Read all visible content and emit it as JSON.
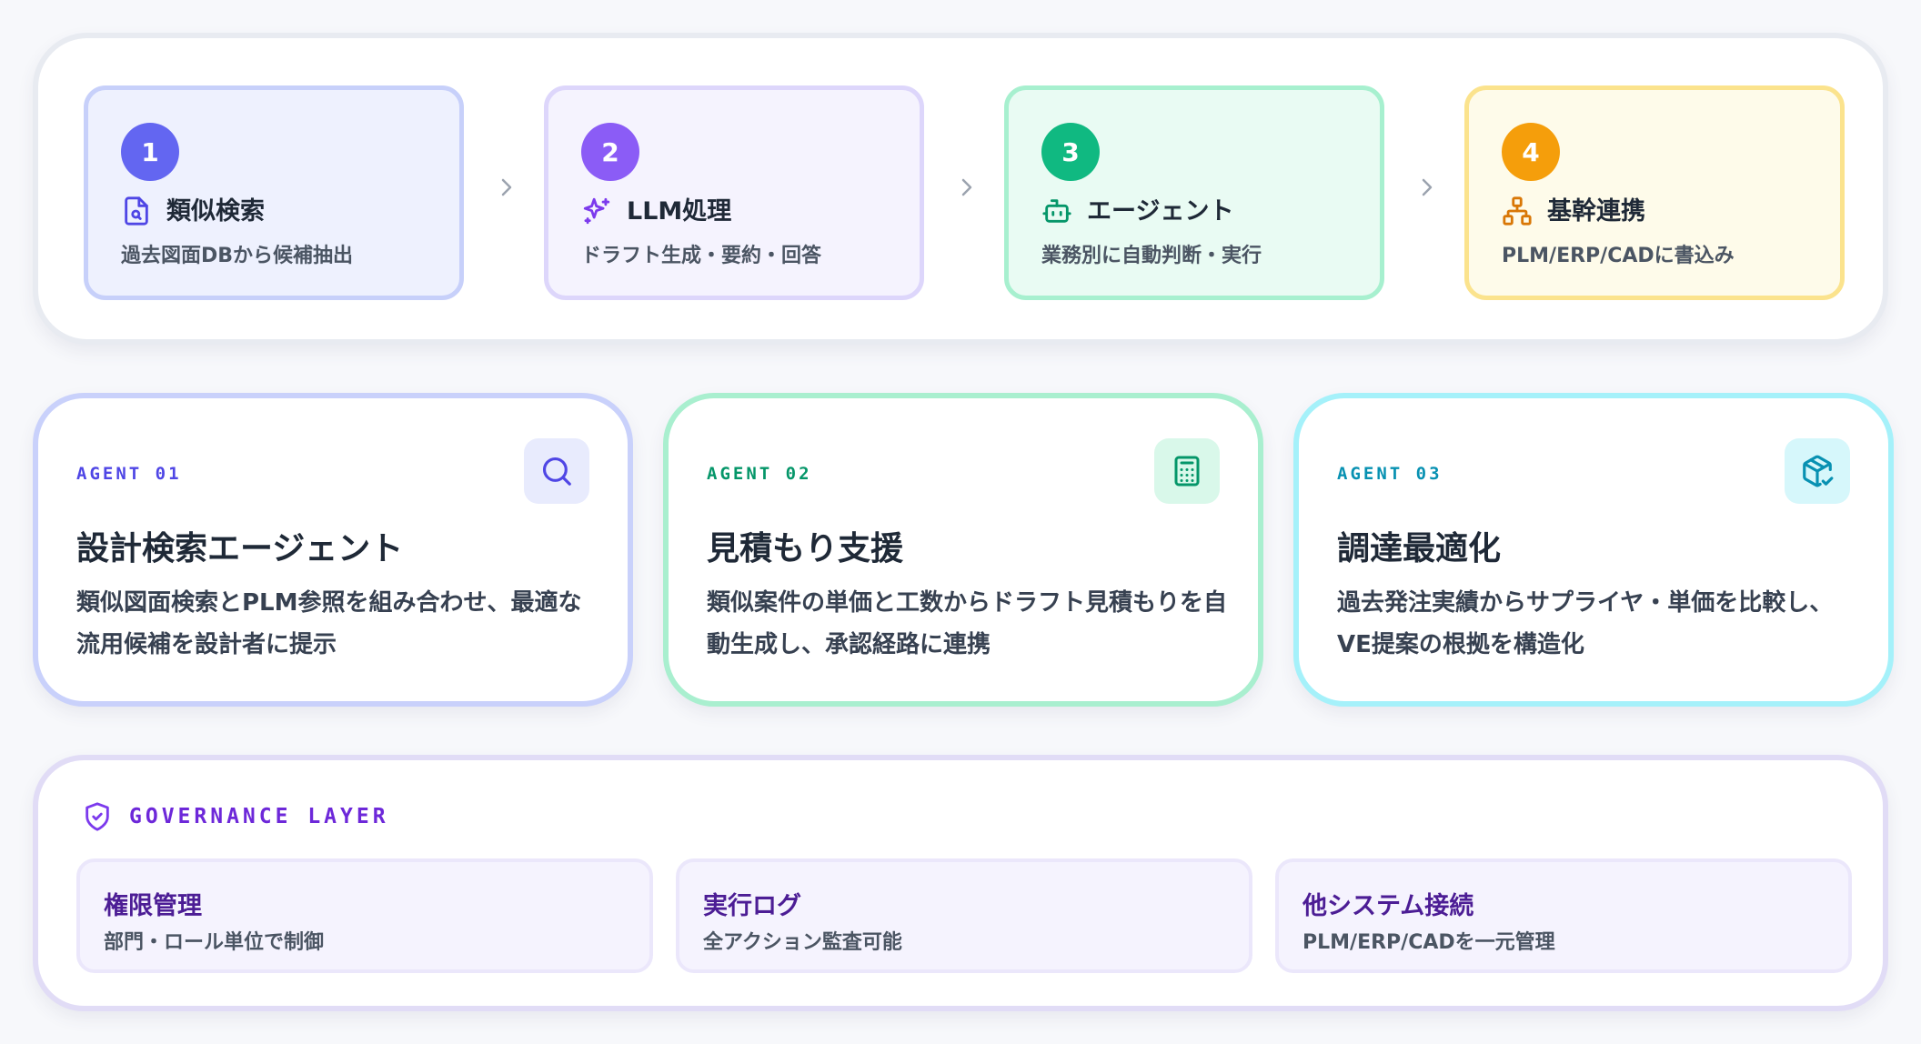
{
  "pipeline": {
    "steps": [
      {
        "num": "1",
        "title": "類似検索",
        "sub": "過去図面DBから候補抽出",
        "icon": "file-search-icon",
        "color": "#6366f1",
        "bg": "#eef1fe",
        "border": "#c7d0fa"
      },
      {
        "num": "2",
        "title": "LLM処理",
        "sub": "ドラフト生成・要約・回答",
        "icon": "sparkles-icon",
        "color": "#8b5cf6",
        "bg": "#f5f3fe",
        "border": "#ddd6fb"
      },
      {
        "num": "3",
        "title": "エージェント",
        "sub": "業務別に自動判断・実行",
        "icon": "bot-icon",
        "color": "#10b981",
        "bg": "#e9fbf3",
        "border": "#a7f0cf"
      },
      {
        "num": "4",
        "title": "基幹連携",
        "sub": "PLM/ERP/CADに書込み",
        "icon": "network-icon",
        "color": "#f59e0b",
        "bg": "#fefbea",
        "border": "#fbe38d"
      }
    ]
  },
  "agents": [
    {
      "tag": "AGENT 01",
      "name": "設計検索エージェント",
      "desc": "類似図面検索とPLM参照を組み合わせ、最適な流用候補を設計者に提示",
      "icon": "search-icon",
      "accent": "#4f46e5",
      "border": "#c9d1fb",
      "ibg": "#e8ebfd"
    },
    {
      "tag": "AGENT 02",
      "name": "見積もり支援",
      "desc": "類似案件の単価と工数からドラフト見積もりを自動生成し、承認経路に連携",
      "icon": "calculator-icon",
      "accent": "#059669",
      "border": "#a9efcf",
      "ibg": "#d9f8ea"
    },
    {
      "tag": "AGENT 03",
      "name": "調達最適化",
      "desc": "過去発注実績からサプライヤ・単価を比較し、VE提案の根拠を構造化",
      "icon": "package-check-icon",
      "accent": "#0891b2",
      "border": "#a5f1fa",
      "ibg": "#d6f7fb"
    }
  ],
  "governance": {
    "label": "GOVERNANCE LAYER",
    "icon": "shield-check-icon",
    "items": [
      {
        "title": "権限管理",
        "sub": "部門・ロール単位で制御"
      },
      {
        "title": "実行ログ",
        "sub": "全アクション監査可能"
      },
      {
        "title": "他システム接続",
        "sub": "PLM/ERP/CADを一元管理"
      }
    ]
  }
}
